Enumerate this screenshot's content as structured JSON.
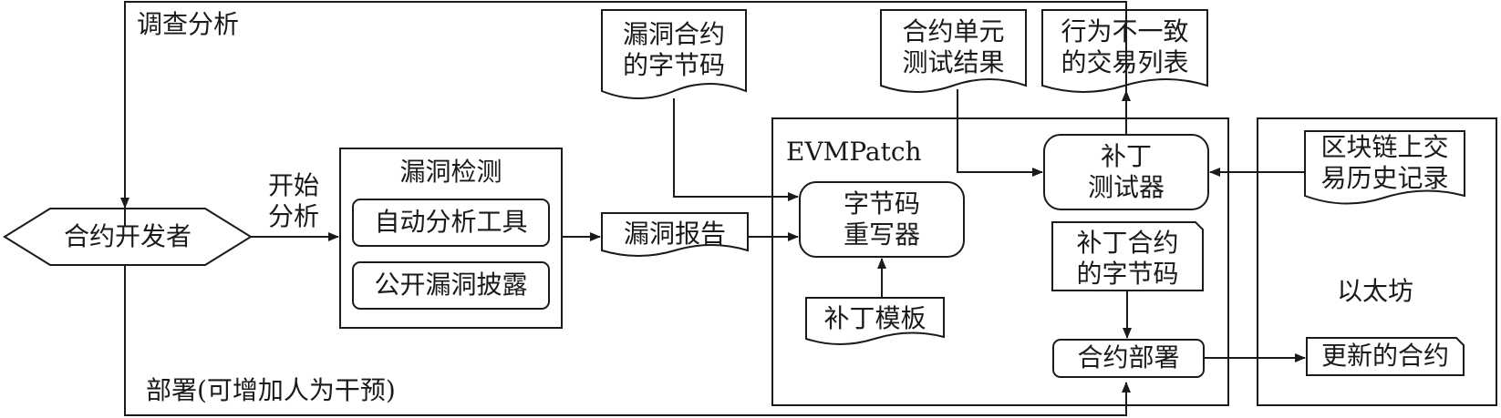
{
  "labels": {
    "investigate": "调查分析",
    "start_analysis": [
      "开始",
      "分析"
    ],
    "deploy": "部署(可增加人为干预)",
    "developer": "合约开发者",
    "vuln_detection": "漏洞检测",
    "auto_tools": "自动分析工具",
    "public_disclosure": "公开漏洞披露",
    "vuln_bytecode": [
      "漏洞合约",
      "的字节码"
    ],
    "vuln_report": "漏洞报告",
    "evmpatch": "EVMPatch",
    "rewriter": [
      "字节码",
      "重写器"
    ],
    "patch_template": "补丁模板",
    "unit_test_results": [
      "合约单元",
      "测试结果"
    ],
    "inconsistent_tx": [
      "行为不一致",
      "的交易列表"
    ],
    "patch_tester": [
      "补丁",
      "测试器"
    ],
    "patched_bytecode": [
      "补丁合约",
      "的字节码"
    ],
    "contract_deploy": "合约部署",
    "chain_tx_history": [
      "区块链上交",
      "易历史记录"
    ],
    "ethereum": "以太坊",
    "updated_contract": "更新的合约"
  }
}
